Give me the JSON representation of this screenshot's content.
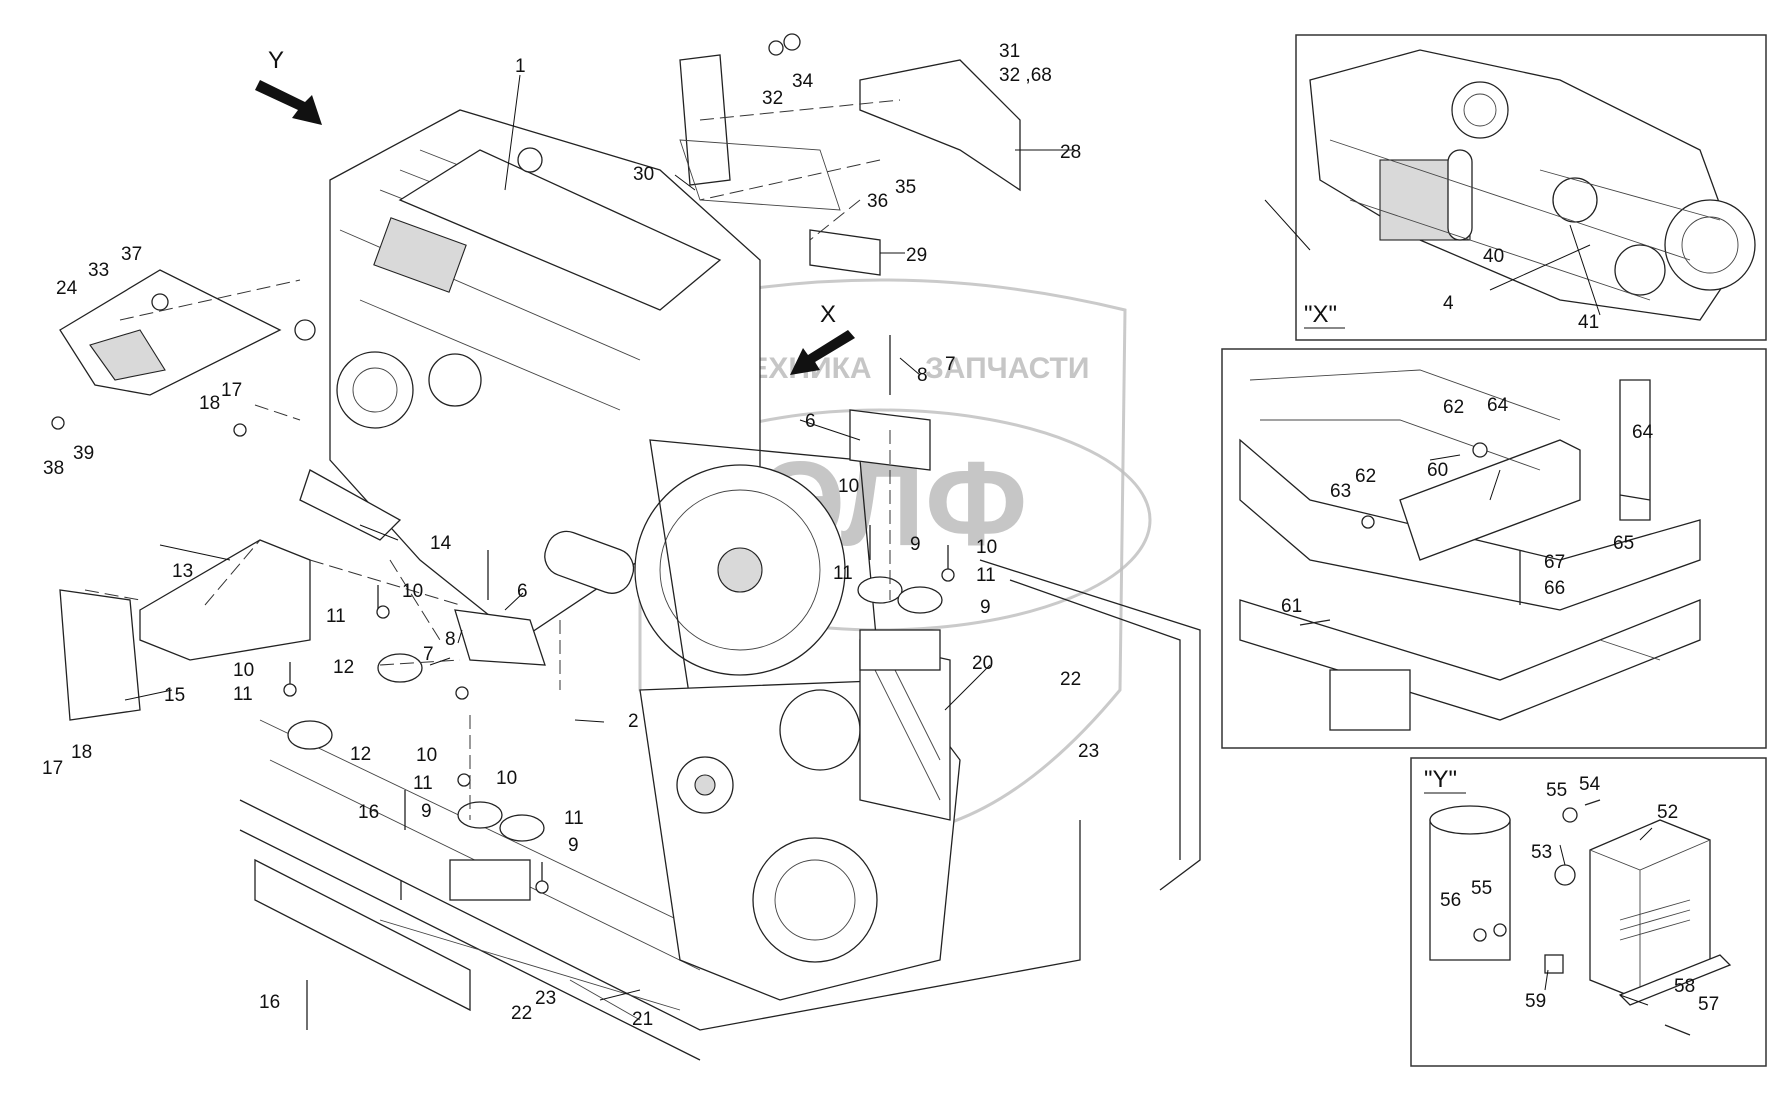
{
  "diagram": {
    "watermark": {
      "line1": "ТЕХНИКА",
      "line2": "ЗАПЧАСТИ",
      "logo": "ЭЛФ"
    },
    "main_labels": [
      "1",
      "2",
      "6",
      "6",
      "7",
      "7",
      "8",
      "8",
      "9",
      "9",
      "9",
      "9",
      "10",
      "10",
      "10",
      "10",
      "10",
      "10",
      "11",
      "11",
      "11",
      "11",
      "11",
      "11",
      "12",
      "12",
      "13",
      "14",
      "15",
      "16",
      "16",
      "17",
      "17",
      "18",
      "18",
      "20",
      "21",
      "22",
      "22",
      "23",
      "23",
      "24",
      "28",
      "29",
      "30",
      "31",
      "32",
      "32 ,68",
      "33",
      "34",
      "35",
      "36",
      "37",
      "38",
      "39"
    ],
    "view_arrows": {
      "y": "Y",
      "x": "X"
    },
    "inset_x": {
      "caption": "\"X\"",
      "labels": [
        "4",
        "40",
        "41"
      ]
    },
    "inset_lower": {
      "labels": [
        "60",
        "61",
        "62",
        "62",
        "63",
        "64",
        "64",
        "65",
        "66",
        "67"
      ]
    },
    "inset_y": {
      "caption": "\"Y\"",
      "labels": [
        "52",
        "53",
        "54",
        "55",
        "55",
        "56",
        "57",
        "58",
        "59"
      ]
    }
  }
}
